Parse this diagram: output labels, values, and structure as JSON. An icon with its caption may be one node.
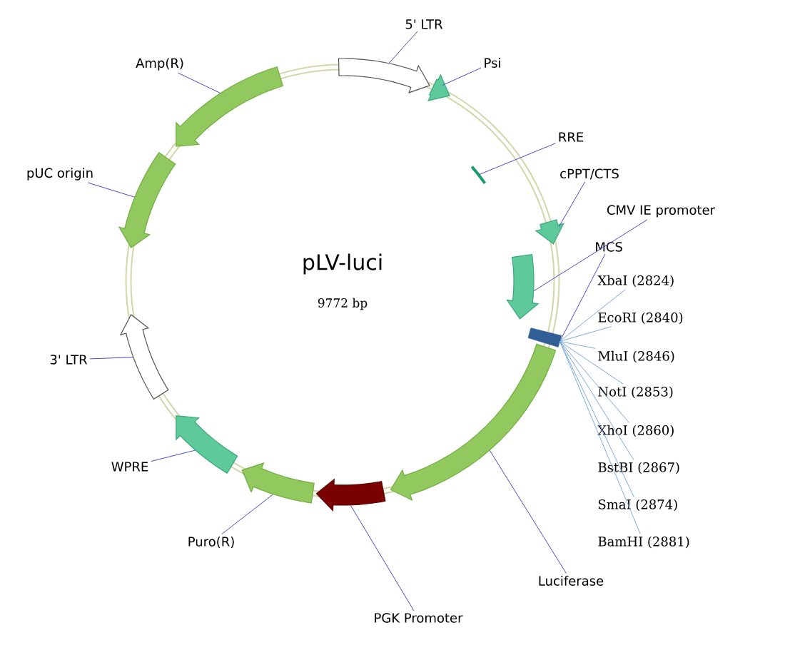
{
  "diagram": {
    "title": "pLV-luci",
    "nodes": [
      {
        "text": [
          "5' LTR"
        ]
      },
      {
        "text": [],
        "shape": "arrow"
      },
      {
        "text": [
          "Psi"
        ]
      },
      {
        "text": [],
        "shape": "arrow"
      },
      {
        "text": [
          "Amp(R)"
        ]
      },
      {
        "text": [],
        "shape": "arrow"
      },
      {
        "text": [
          "RRE"
        ]
      },
      {
        "text": [],
        "shape": "bar"
      },
      {
        "text": [
          "pUC origin"
        ]
      },
      {
        "text": [],
        "shape": "arrow"
      },
      {
        "text": [
          "cPPT/CTS"
        ]
      },
      {
        "text": [],
        "shape": "arrow"
      },
      {
        "text": [
          "CMV IE promoter"
        ]
      },
      {
        "text": [],
        "shape": "arrow"
      },
      {
        "text": [
          "MCS"
        ]
      },
      {
        "text": [],
        "shape": "bar"
      },
      {
        "text": [
          "XbaI (2824)"
        ]
      },
      {
        "text": [
          "EcoRI (2840)"
        ]
      },
      {
        "text": [
          "MluI (2846)"
        ]
      },
      {
        "text": [
          "NotI (2853)"
        ]
      },
      {
        "text": [
          "XhoI (2860)"
        ]
      },
      {
        "text": [
          "BstBI (2867)"
        ]
      },
      {
        "text": [
          "SmaI (2874)"
        ]
      },
      {
        "text": [
          "BamHI (2881)"
        ]
      },
      {
        "text": [
          "3' LTR"
        ]
      },
      {
        "text": [],
        "shape": "arrow"
      },
      {
        "text": [
          "WPRE"
        ]
      },
      {
        "text": [],
        "shape": "arrow"
      },
      {
        "text": [
          "Puro(R)"
        ]
      },
      {
        "text": [],
        "shape": "arrow"
      },
      {
        "text": [
          "PGK Promoter"
        ]
      },
      {
        "text": [],
        "shape": "arrow"
      },
      {
        "text": [
          "Luciferase"
        ]
      },
      {
        "text": [],
        "shape": "arrow"
      }
    ],
    "edges": [
      {
        "from": 0,
        "to": 1,
        "arrow": "none"
      },
      {
        "from": 2,
        "to": 3,
        "arrow": "none"
      },
      {
        "from": 4,
        "to": 5,
        "arrow": "none"
      },
      {
        "from": 6,
        "to": 7,
        "arrow": "none"
      },
      {
        "from": 8,
        "to": 9,
        "arrow": "none"
      },
      {
        "from": 10,
        "to": 11,
        "arrow": "none"
      },
      {
        "from": 12,
        "to": 13,
        "arrow": "none"
      },
      {
        "from": 14,
        "to": 15,
        "arrow": "none"
      },
      {
        "from": 16,
        "to": 15,
        "arrow": "none",
        "color": "#7aaae0"
      },
      {
        "from": 17,
        "to": 15,
        "arrow": "none",
        "color": "#7aaae0"
      },
      {
        "from": 18,
        "to": 15,
        "arrow": "none",
        "color": "#7aaae0"
      },
      {
        "from": 19,
        "to": 15,
        "arrow": "none",
        "color": "#7aaae0"
      },
      {
        "from": 20,
        "to": 15,
        "arrow": "none",
        "color": "#7aaae0"
      },
      {
        "from": 21,
        "to": 15,
        "arrow": "none",
        "color": "#7aaae0"
      },
      {
        "from": 22,
        "to": 15,
        "arrow": "none",
        "color": "#7aaae0"
      },
      {
        "from": 23,
        "to": 15,
        "arrow": "none",
        "color": "#7aaae0"
      },
      {
        "from": 24,
        "to": 25,
        "arrow": "none"
      },
      {
        "from": 26,
        "to": 27,
        "arrow": "none"
      },
      {
        "from": 28,
        "to": 29,
        "arrow": "none"
      },
      {
        "from": 30,
        "to": 31,
        "arrow": "none"
      },
      {
        "from": 32,
        "to": 33,
        "arrow": "none"
      }
    ],
    "labels": [
      "9772 bp"
    ]
  }
}
